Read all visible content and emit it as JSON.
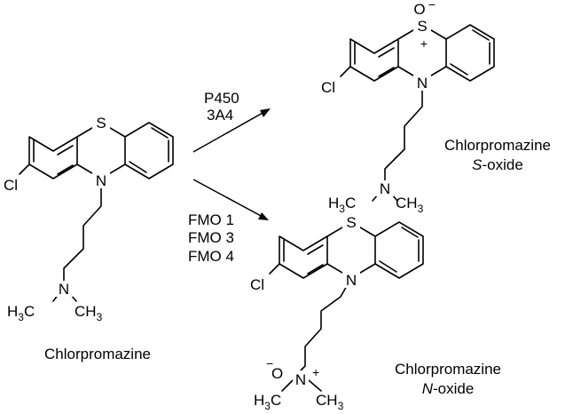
{
  "atoms": {
    "sulfur": "S",
    "nitrogen": "N",
    "chlorine": "Cl",
    "oxygen": "O",
    "minus": "−",
    "plus": "+",
    "h3": "H",
    "h_sub": "3",
    "c": "C",
    "ch": "CH",
    "ch_sub": "3"
  },
  "enzymes": {
    "cyp": [
      "P450",
      "3A4"
    ],
    "fmo": [
      "FMO 1",
      "FMO 3",
      "FMO 4"
    ]
  },
  "labels": {
    "substrate": "Chlorpromazine",
    "s_oxide": {
      "name": "Chlorpromazine",
      "suffix_italic": "S",
      "suffix_rest": "-oxide"
    },
    "n_oxide": {
      "name": "Chlorpromazine",
      "suffix_italic": "N",
      "suffix_rest": "-oxide"
    }
  }
}
